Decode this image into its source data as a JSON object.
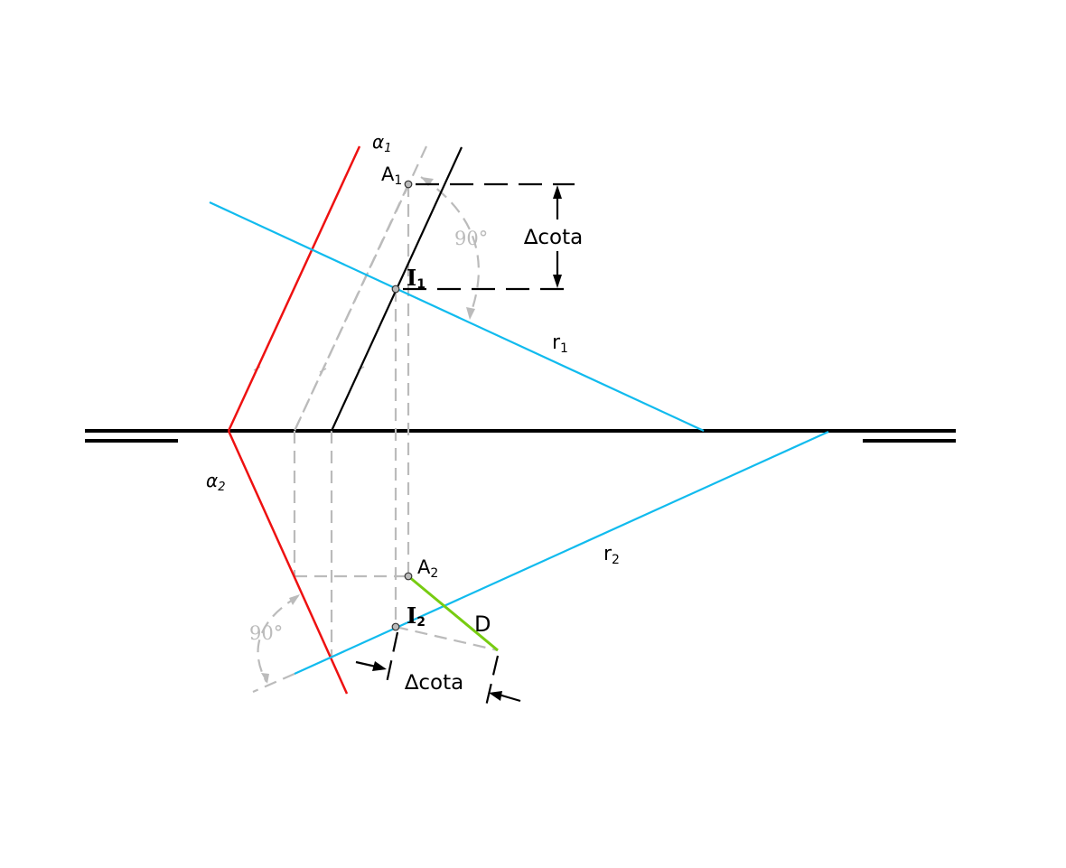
{
  "labels": {
    "alpha1": "α",
    "alpha1_sub": "1",
    "alpha2": "α",
    "alpha2_sub": "2",
    "A1": "A",
    "A1_sub": "1",
    "I1": "I",
    "I1_sub": "1",
    "A2": "A",
    "A2_sub": "2",
    "I2": "I",
    "I2_sub": "2",
    "r1": "r",
    "r1_sub": "1",
    "r2": "r",
    "r2_sub": "2",
    "D": "D",
    "delta_cota_top": "∆cota",
    "delta_cota_bottom": "∆cota",
    "angle_top": "90°",
    "angle_bottom": "90°"
  },
  "colors": {
    "plane": "#ee1111",
    "line": "#11bbee",
    "construction": "#bbbbbb",
    "true_length": "#77cc11",
    "ink": "#000000"
  }
}
